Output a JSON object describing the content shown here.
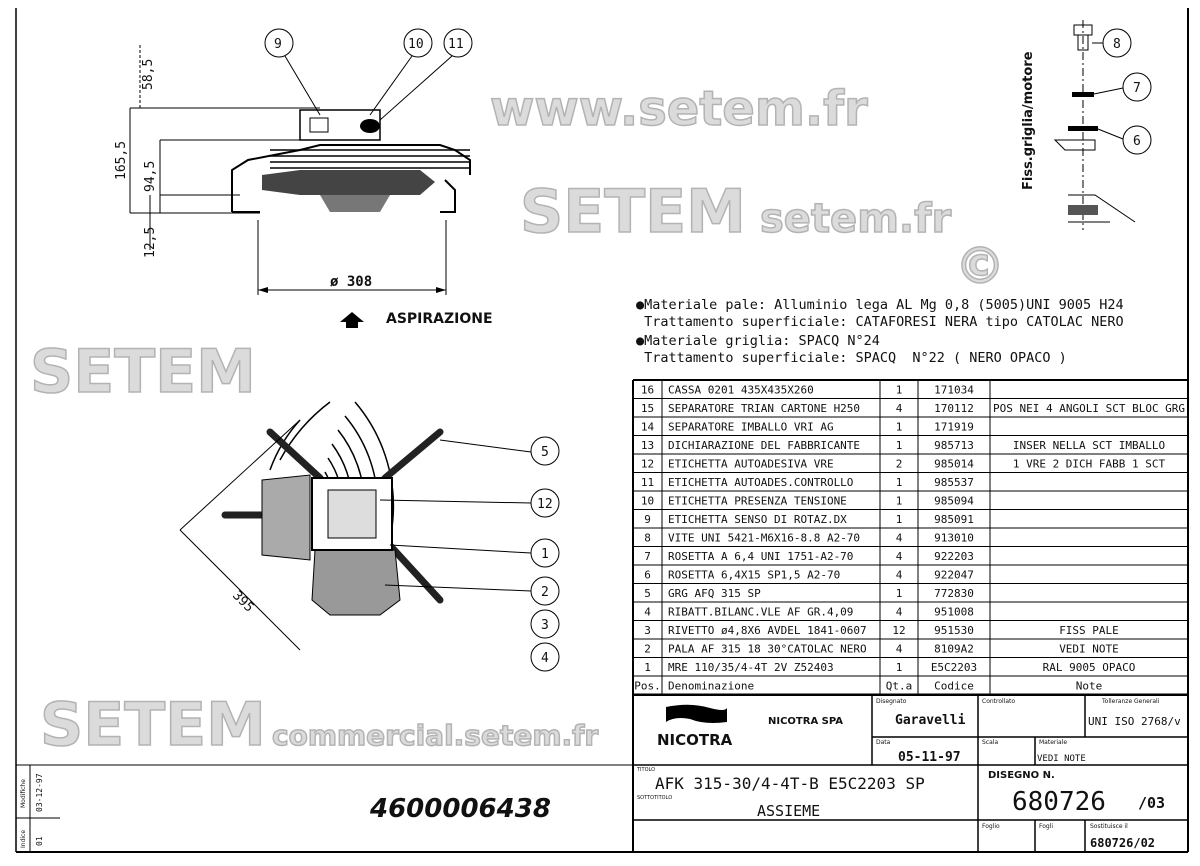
{
  "drawing": {
    "side_view": {
      "dimensions": [
        "58,5",
        "165,5",
        "94,5",
        "12,5",
        "ø 308"
      ],
      "airflow_label": "ASPIRAZIONE",
      "callouts": [
        "9",
        "10",
        "11"
      ]
    },
    "front_view": {
      "dimension": "395",
      "callouts": [
        "5",
        "12",
        "1",
        "2",
        "3",
        "4"
      ]
    },
    "fixing_detail": {
      "label": "Fiss.griglia/motore",
      "callouts": [
        "8",
        "7",
        "6"
      ]
    },
    "notes": [
      "●Materiale pale: Alluminio lega AL Mg 0,8 (5005)UNI 9005 H24",
      " Trattamento superficiale: CATAFORESI NERA tipo CATOLAC NERO",
      "●Materiale griglia: SPACQ N°24",
      " Trattamento superficiale: SPACQ  N°22 ( NERO OPACO )"
    ],
    "part_number": "4600006438",
    "watermarks": [
      "www.setem.fr",
      "SETEM",
      "setem.fr",
      "SETEM",
      "commercial.setem.fr",
      "SETEM",
      "©"
    ]
  },
  "bom": {
    "headers": [
      "Pos.",
      "Denominazione",
      "Qt.a",
      "Codice",
      "Note"
    ],
    "rows": [
      [
        "16",
        "CASSA 0201 435X435X260",
        "1",
        "171034",
        ""
      ],
      [
        "15",
        "SEPARATORE TRIAN CARTONE H250",
        "4",
        "170112",
        "POS NEI 4 ANGOLI SCT BLOC GRG"
      ],
      [
        "14",
        "SEPARATORE IMBALLO VRI AG",
        "1",
        "171919",
        ""
      ],
      [
        "13",
        "DICHIARAZIONE DEL FABBRICANTE",
        "1",
        "985713",
        "INSER NELLA SCT IMBALLO"
      ],
      [
        "12",
        "ETICHETTA AUTOADESIVA VRE",
        "2",
        "985014",
        "1 VRE 2 DICH FABB 1 SCT"
      ],
      [
        "11",
        "ETICHETTA AUTOADES.CONTROLLO",
        "1",
        "985537",
        ""
      ],
      [
        "10",
        "ETICHETTA PRESENZA TENSIONE",
        "1",
        "985094",
        ""
      ],
      [
        "9",
        "ETICHETTA SENSO DI ROTAZ.DX",
        "1",
        "985091",
        ""
      ],
      [
        "8",
        "VITE UNI 5421-M6X16-8.8 A2-70",
        "4",
        "913010",
        ""
      ],
      [
        "7",
        "ROSETTA A 6,4 UNI 1751-A2-70",
        "4",
        "922203",
        ""
      ],
      [
        "6",
        "ROSETTA 6,4X15 SP1,5 A2-70",
        "4",
        "922047",
        ""
      ],
      [
        "5",
        "GRG AFQ 315 SP",
        "1",
        "772830",
        ""
      ],
      [
        "4",
        "RIBATT.BILANC.VLE AF GR.4,09",
        "4",
        "951008",
        ""
      ],
      [
        "3",
        "RIVETTO ø4,8X6 AVDEL 1841-0607",
        "12",
        "951530",
        "FISS PALE"
      ],
      [
        "2",
        "PALA AF 315 18 30°CATOLAC NERO",
        "4",
        "8109A2",
        "VEDI NOTE"
      ],
      [
        "1",
        "MRE 110/35/4-4T 2V Z52403",
        "1",
        "E5C2203",
        "RAL 9005 OPACO"
      ]
    ]
  },
  "title_block": {
    "logo_text": "NICOTRA",
    "company": "NICOTRA SPA",
    "disegnato_label": "Disegnato",
    "disegnato": "Garavelli",
    "controllato_label": "Controllato",
    "tolleranze_label": "Tolleranze Generali",
    "tolleranze": "UNI ISO 2768/v",
    "data_label": "Data",
    "data": "05-11-97",
    "scala_label": "Scala",
    "materiale_label": "Materiale",
    "materiale": "VEDI NOTE",
    "titolo_label": "TITOLO",
    "titolo": "AFK 315-30/4-4T-B E5C2203 SP",
    "sottotitolo_label": "SOTTOTITOLO",
    "sottotitolo": "ASSIEME",
    "disegno_label": "DISEGNO N.",
    "disegno": "680726",
    "revisione": "/03",
    "foglio_label": "Foglio",
    "fogli_label": "Fogli",
    "sostituisce_label": "Sostituisce il",
    "sostituisce": "680726/02"
  },
  "revision_block": {
    "modifiche_label": "Modifiche",
    "indice_label": "Indice",
    "modifiche": "03-12-97",
    "indice": "01"
  },
  "colors": {
    "line": "#000000",
    "watermark": "#cfcfcf"
  }
}
